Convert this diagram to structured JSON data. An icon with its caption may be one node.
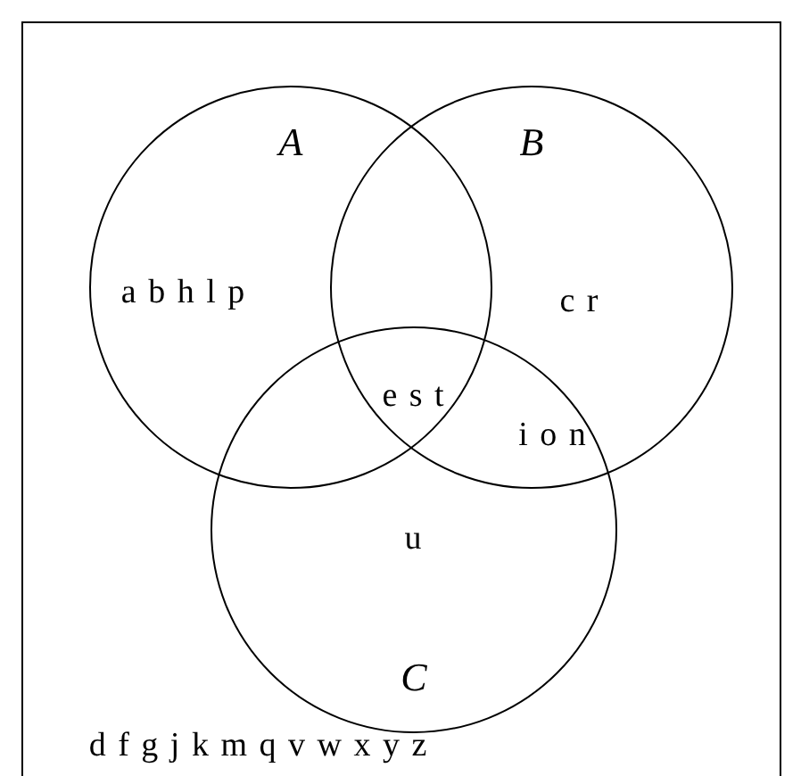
{
  "diagram": {
    "nodes": [
      {
        "text": [
          "A"
        ]
      },
      {
        "text": [
          "B"
        ]
      },
      {
        "text": [
          "C"
        ]
      }
    ],
    "edges": [],
    "labels": [
      "a b h l p",
      "c r",
      "e s t",
      "i o n",
      "u",
      "d f g j k m q v w x y z"
    ]
  }
}
